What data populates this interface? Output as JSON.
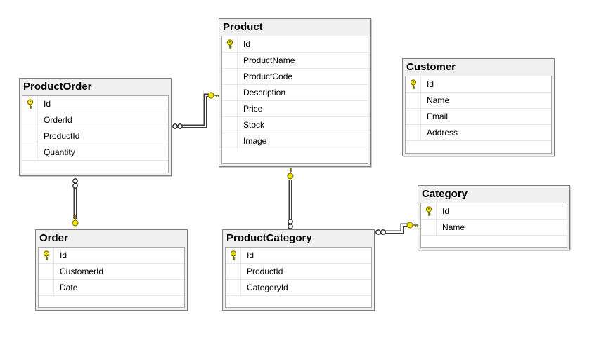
{
  "diagram": {
    "tables": {
      "product": {
        "name": "Product",
        "columns": [
          {
            "name": "Id",
            "primary_key": true
          },
          {
            "name": "ProductName",
            "primary_key": false
          },
          {
            "name": "ProductCode",
            "primary_key": false
          },
          {
            "name": "Description",
            "primary_key": false
          },
          {
            "name": "Price",
            "primary_key": false
          },
          {
            "name": "Stock",
            "primary_key": false
          },
          {
            "name": "Image",
            "primary_key": false
          }
        ]
      },
      "product_order": {
        "name": "ProductOrder",
        "columns": [
          {
            "name": "Id",
            "primary_key": true
          },
          {
            "name": "OrderId",
            "primary_key": false
          },
          {
            "name": "ProductId",
            "primary_key": false
          },
          {
            "name": "Quantity",
            "primary_key": false
          }
        ]
      },
      "customer": {
        "name": "Customer",
        "columns": [
          {
            "name": "Id",
            "primary_key": true
          },
          {
            "name": "Name",
            "primary_key": false
          },
          {
            "name": "Email",
            "primary_key": false
          },
          {
            "name": "Address",
            "primary_key": false
          }
        ]
      },
      "order": {
        "name": "Order",
        "columns": [
          {
            "name": "Id",
            "primary_key": true
          },
          {
            "name": "CustomerId",
            "primary_key": false
          },
          {
            "name": "Date",
            "primary_key": false
          }
        ]
      },
      "product_category": {
        "name": "ProductCategory",
        "columns": [
          {
            "name": "Id",
            "primary_key": true
          },
          {
            "name": "ProductId",
            "primary_key": false
          },
          {
            "name": "CategoryId",
            "primary_key": false
          }
        ]
      },
      "category": {
        "name": "Category",
        "columns": [
          {
            "name": "Id",
            "primary_key": true
          },
          {
            "name": "Name",
            "primary_key": false
          }
        ]
      }
    },
    "relationships": [
      {
        "from": "ProductOrder",
        "to": "Product",
        "from_end": "many",
        "to_end": "one"
      },
      {
        "from": "ProductOrder",
        "to": "Order",
        "from_end": "many",
        "to_end": "one"
      },
      {
        "from": "ProductCategory",
        "to": "Product",
        "from_end": "many",
        "to_end": "one"
      },
      {
        "from": "ProductCategory",
        "to": "Category",
        "from_end": "many",
        "to_end": "one"
      }
    ],
    "colors": {
      "key_icon": "#f2e600",
      "key_icon_outline": "#6b6000",
      "title_background": "#f0f0f0",
      "border": "#7d7d7d",
      "connector": "#3a3a3a"
    }
  }
}
